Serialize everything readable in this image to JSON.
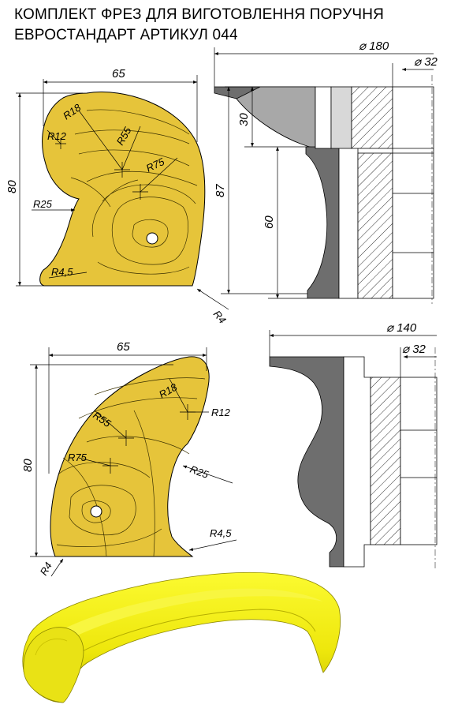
{
  "title_line1": "КОМПЛЕКТ ФРЕЗ ДЛЯ ВИГОТОВЛЕННЯ ПОРУЧНЯ",
  "title_line2": "ЕВРОСТАНДАРТ АРТИКУЛ 044",
  "colors": {
    "profile_fill": "#e6c43a",
    "cutter_dark": "#6e6e6e",
    "cutter_mid": "#a8a8a8",
    "rail": "#f2ee10"
  },
  "profile1": {
    "width": "65",
    "height": "80",
    "radii": {
      "r18": "R18",
      "r12": "R12",
      "r55": "R55",
      "r75": "R75",
      "r25": "R25",
      "r45": "R4,5",
      "r4": "R4"
    }
  },
  "cutter1": {
    "d_outer": "⌀ 180",
    "d_bore": "⌀ 32",
    "h_top": "30",
    "h_total": "87",
    "h_low": "60"
  },
  "profile2": {
    "width": "65",
    "height": "80",
    "radii": {
      "r18": "R18",
      "r12": "R12",
      "r55": "R55",
      "r75": "R75",
      "r25": "R25",
      "r45": "R4,5",
      "r4": "R4"
    }
  },
  "cutter2": {
    "d_outer": "⌀ 140",
    "d_bore": "⌀ 32"
  }
}
